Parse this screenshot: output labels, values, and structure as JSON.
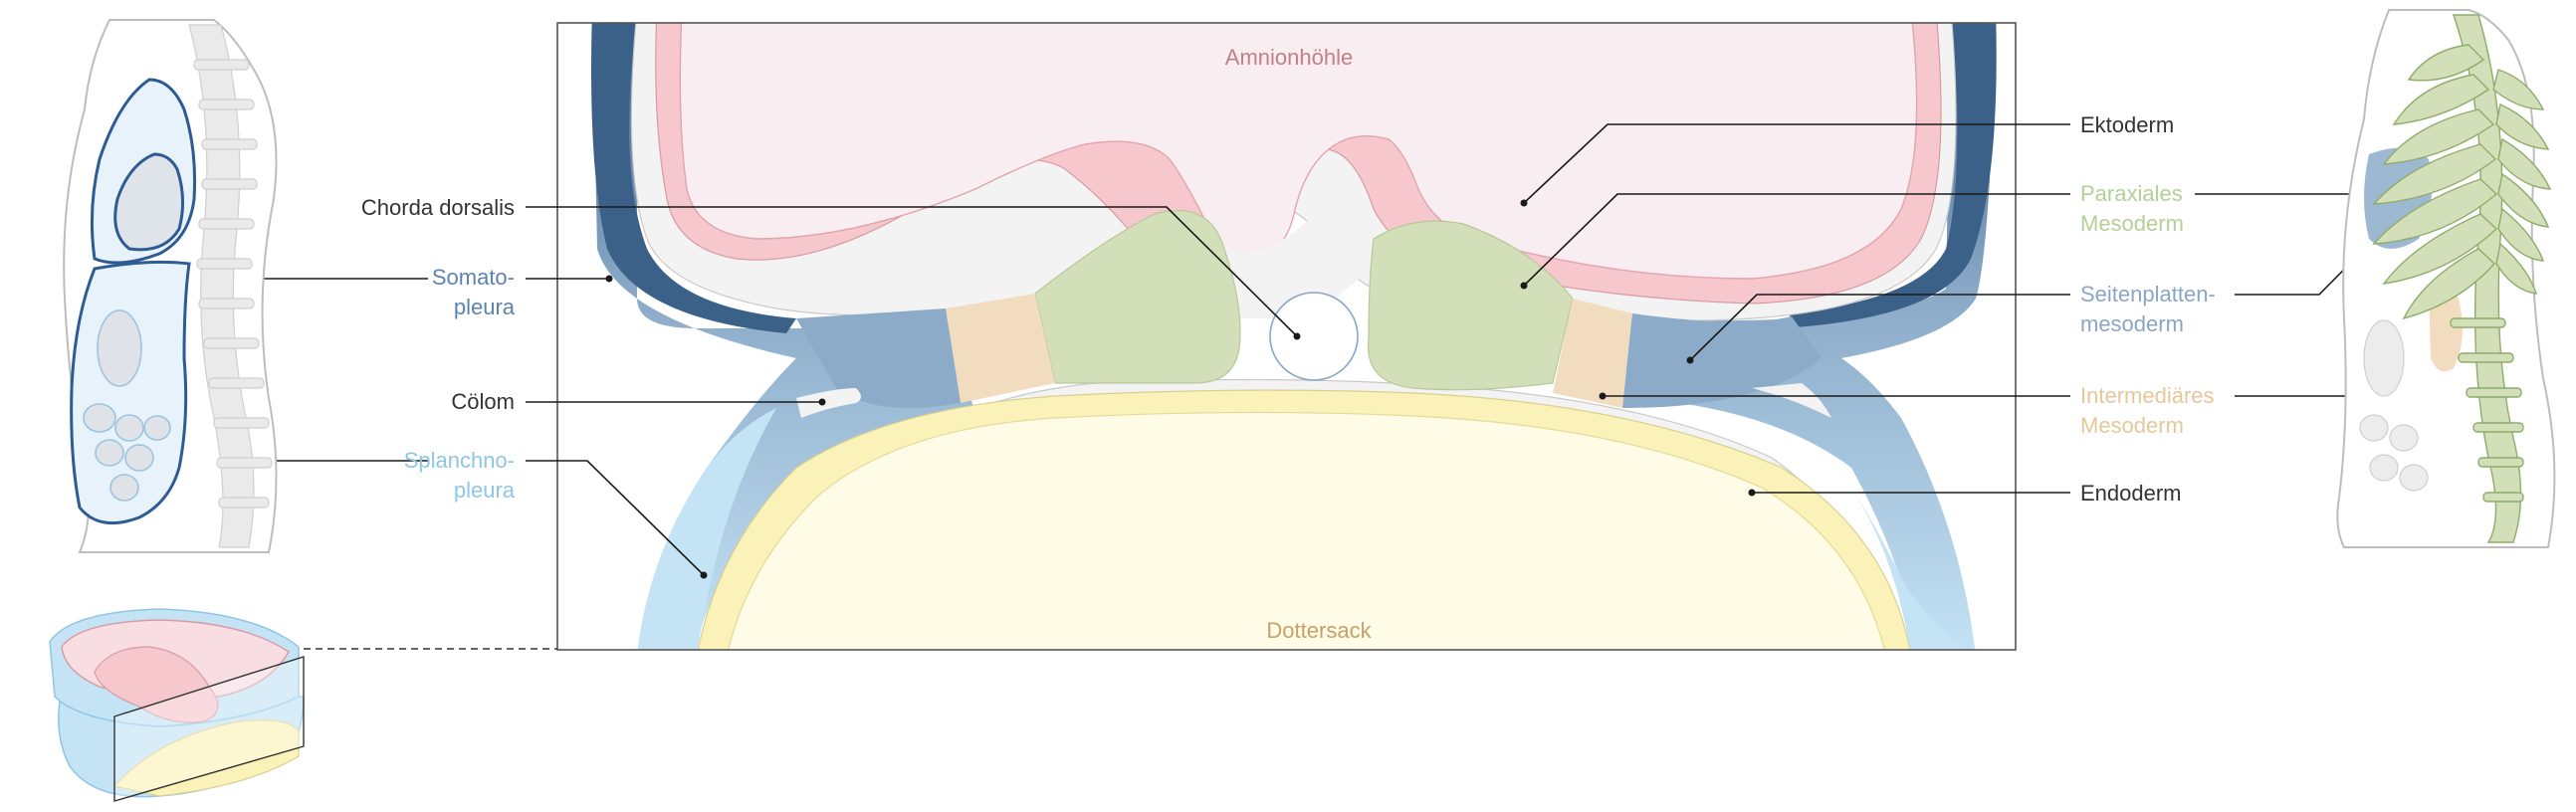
{
  "labels": {
    "amnion": "Amnionhöhle",
    "dotter": "Dottersack",
    "chorda": "Chorda dorsalis",
    "somato_1": "Somato-",
    "somato_2": "pleura",
    "coelom": "Cölom",
    "splanchno_1": "Splanchno-",
    "splanchno_2": "pleura",
    "ektoderm": "Ektoderm",
    "paraxial_1": "Paraxiales",
    "paraxial_2": "Mesoderm",
    "seiten_1": "Seitenplatten-",
    "seiten_2": "mesoderm",
    "inter_1": "Intermediäres",
    "inter_2": "Mesoderm",
    "endoderm": "Endoderm"
  },
  "colors": {
    "label_dark": "#333333",
    "amnion_text": "#c27f86",
    "dotter_text": "#c8a06a",
    "somato_text": "#5d84ad",
    "splanchno_text": "#8ec6e6",
    "paraxial_text": "#b5cf95",
    "seiten_text": "#8aa6c4",
    "inter_text": "#e5c79a",
    "ektoderm_fill": "#f6c8ce",
    "amnion_fill": "#f8edf0",
    "paraxial_fill": "#d3dfb9",
    "inter_fill": "#f2dcbf",
    "lateral_fill": "#8cabc9",
    "somato_dark": "#3c6189",
    "splanchno_fill": "#c4e3f5",
    "endoderm_fill": "#fbf2b9",
    "dotter_fill": "#fefbe6",
    "mesenchyme_fill": "#f3f3f3"
  }
}
